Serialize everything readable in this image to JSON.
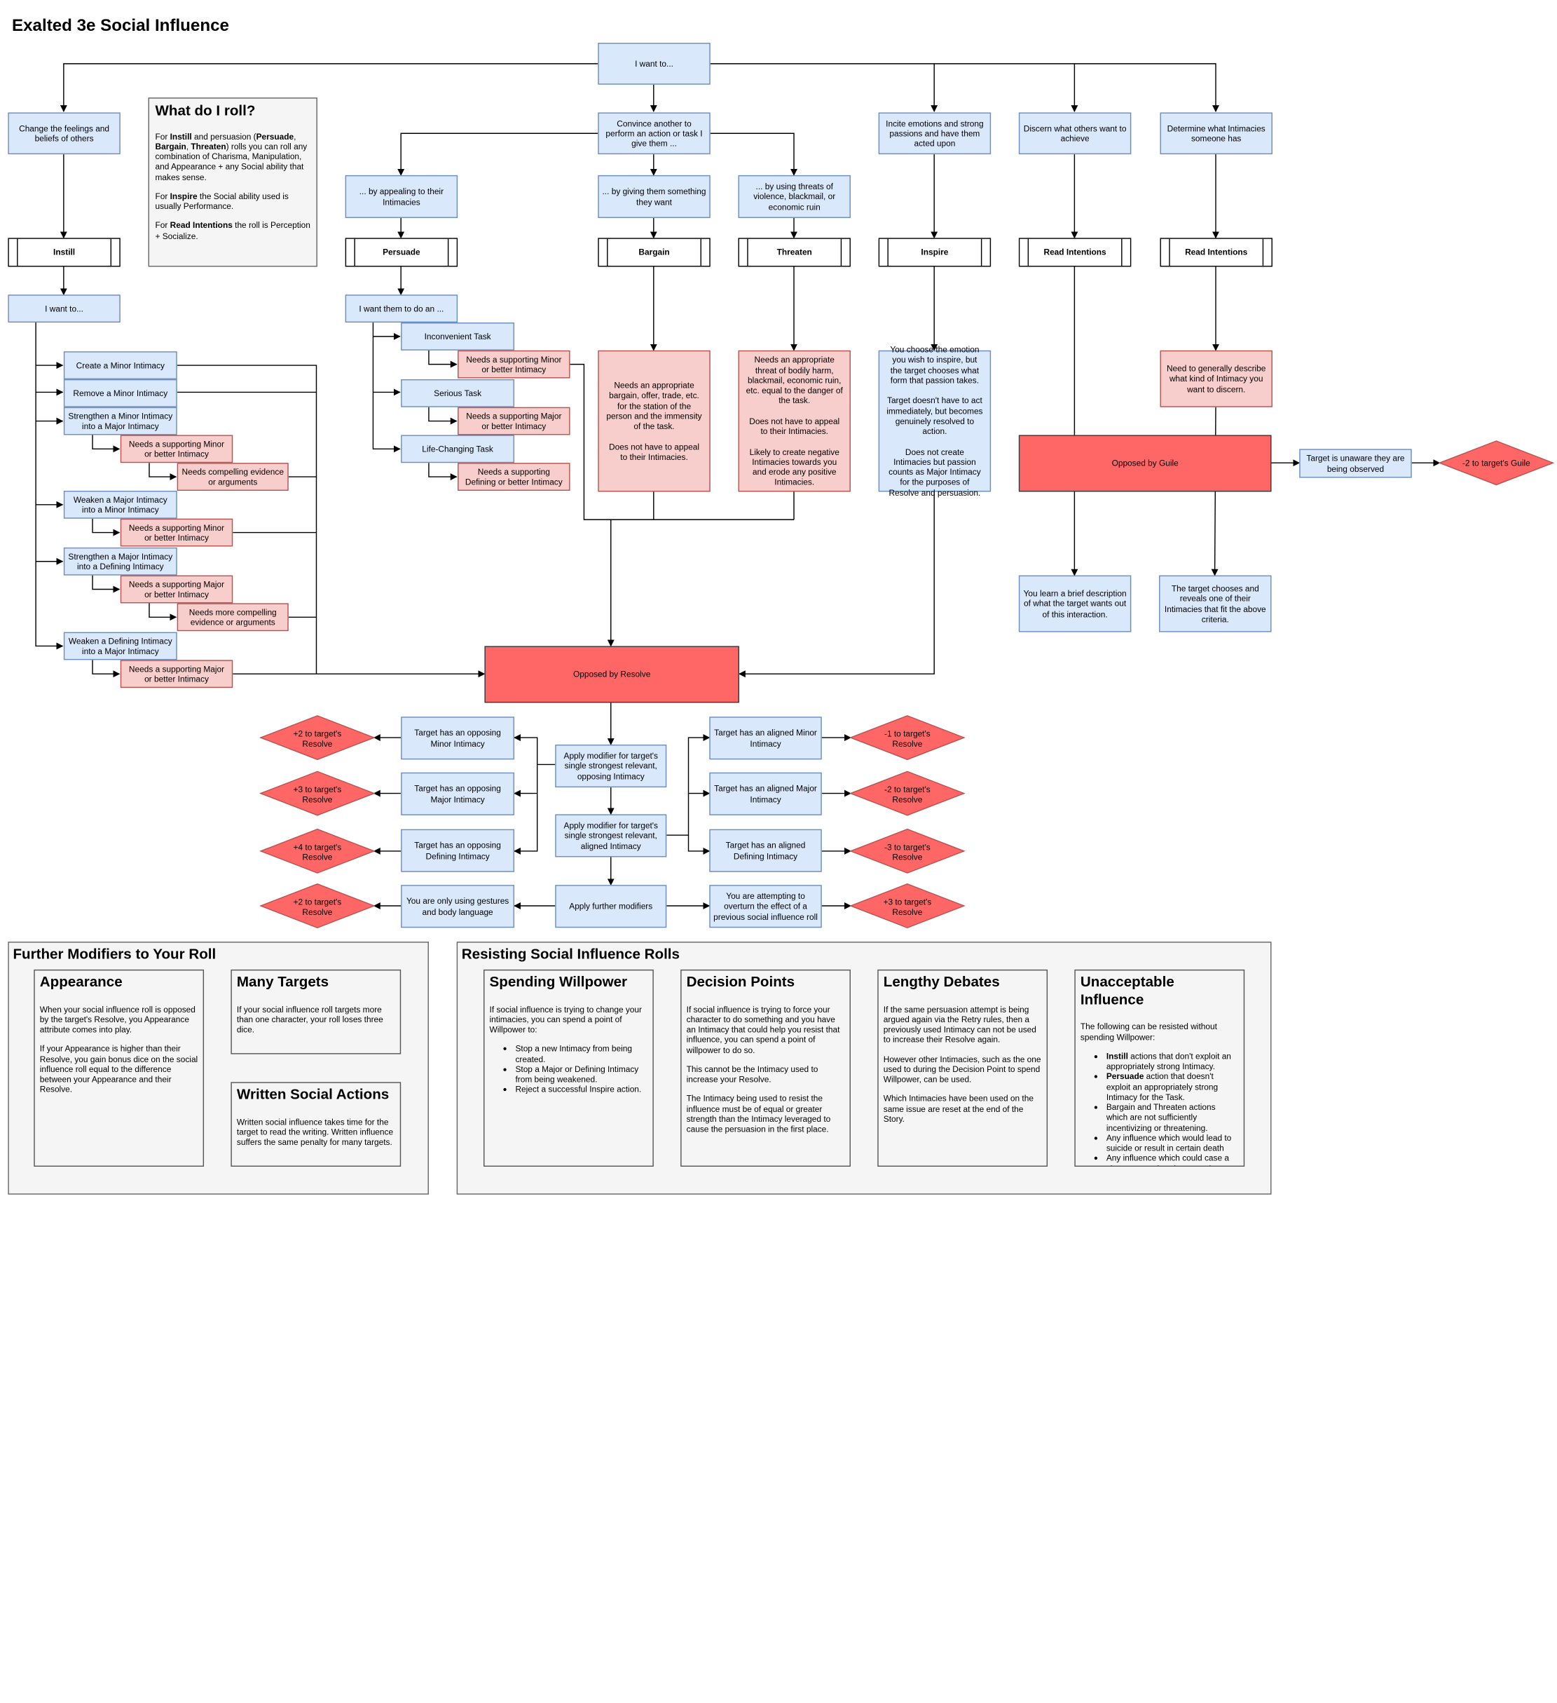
{
  "title": "Exalted 3e Social Influence",
  "nodes": {
    "root": "I want to...",
    "change": "Change the feelings and beliefs of others",
    "instill": "Instill",
    "instill_want": "I want to...",
    "create_minor": "Create a Minor Intimacy",
    "remove_minor": "Remove a Minor Intimacy",
    "strengthen_minor": "Strengthen a Minor Intimacy into a Major Intimacy",
    "need_minor_1": "Needs a supporting Minor or better Intimacy",
    "compelling": "Needs compelling evidence or arguments",
    "weaken_major": "Weaken a Major Intimacy into a Minor Intimacy",
    "need_minor_2": "Needs a supporting Minor or better Intimacy",
    "strengthen_major": "Strengthen a Major Intimacy into a Defining Intimacy",
    "need_major_1": "Needs a supporting Major or better Intimacy",
    "more_compelling": "Needs more compelling evidence or arguments",
    "weaken_defining": "Weaken a Defining Intimacy into a Major Intimacy",
    "need_major_2": "Needs a supporting Major or better Intimacy",
    "convince": "Convince another to perform an action or task I give them ...",
    "appeal": "... by appealing to their Intimacies",
    "giving": "... by giving them something they want",
    "threats": "... by using threats of violence, blackmail, or economic ruin",
    "persuade": "Persuade",
    "bargain": "Bargain",
    "threaten": "Threaten",
    "persuade_want": "I want them to do an ...",
    "inconvenient": "Inconvenient Task",
    "need_task_minor": "Needs a supporting Minor or better Intimacy",
    "serious": "Serious Task",
    "need_task_major": "Needs a supporting Major or better Intimacy",
    "life": "Life-Changing Task",
    "need_task_defining": "Needs a supporting Defining or better Intimacy",
    "bargain_note": "Needs an appropriate bargain, offer, trade, etc. for the station of the person and the immensity of the task.\n\nDoes not have to appeal to their Intimacies.",
    "threaten_note": "Needs an appropriate threat of bodily harm, blackmail, economic ruin, etc. equal to the danger of the task.\n\nDoes not have to appeal to their Intimacies.\n\nLikely to create negative Intimacies towards you and erode any positive Intimacies.",
    "incite": "Incite emotions and strong passions and have them acted upon",
    "inspire": "Inspire",
    "inspire_note": "You choose the emotion you wish to inspire, but the target chooses what form that passion takes.\n\nTarget doesn't have to act immediately, but becomes genuinely resolved to action.\n\nDoes not create Intimacies but passion counts as Major Intimacy for the purposes of Resolve and persuasion.",
    "discern": "Discern what others want to achieve",
    "read1": "Read Intentions",
    "determine": "Determine what Intimacies someone has",
    "read2": "Read Intentions",
    "describe": "Need to generally describe what kind of Intimacy you want to discern.",
    "guile": "Opposed by Guile",
    "unaware": "Target is unaware they are being observed",
    "guile_mod": "-2 to target's Guile",
    "learn": "You learn a brief description of what the target wants out of this interaction.",
    "reveal": "The target chooses and reveals one of their Intimacies that fit the above criteria.",
    "resolve": "Opposed by Resolve",
    "apply_opposing": "Apply modifier for target's single strongest relevant, opposing Intimacy",
    "apply_aligned": "Apply modifier for target's single strongest relevant, aligned Intimacy",
    "apply_further": "Apply further modifiers",
    "opp_minor": "Target has an opposing Minor Intimacy",
    "opp_major": "Target has an opposing Major Intimacy",
    "opp_defining": "Target has an opposing Defining Intimacy",
    "gestures": "You are only using gestures and body language",
    "al_minor": "Target has an aligned Minor Intimacy",
    "al_major": "Target has an aligned Major Intimacy",
    "al_defining": "Target has an aligned Defining Intimacy",
    "overturn": "You are attempting to overturn the effect of a previous social influence roll",
    "d_p2a": "+2 to target's Resolve",
    "d_p3": "+3 to target's Resolve",
    "d_p4": "+4 to target's Resolve",
    "d_p2b": "+2 to target's Resolve",
    "d_m1": "-1 to target's Resolve",
    "d_m2": "-2 to target's Resolve",
    "d_m3": "-3 to target's Resolve",
    "d_p3b": "+3 to target's Resolve"
  },
  "roll_card": {
    "heading": "What do I roll?",
    "p1_a": "For ",
    "p1_b": "Instill",
    "p1_c": " and persuasion (",
    "p1_d": "Persuade",
    "p1_e": ", ",
    "p1_f": "Bargain",
    "p1_g": ", ",
    "p1_h": "Threaten",
    "p1_i": ") rolls you can roll any combination of Charisma, Manipulation, and Appearance + any Social ability that makes sense.",
    "p2_a": "For ",
    "p2_b": "Inspire",
    "p2_c": " the Social ability used is usually Performance.",
    "p3_a": "For ",
    "p3_b": "Read Intentions",
    "p3_c": " the roll is Perception + Socialize."
  },
  "further": {
    "heading": "Further Modifiers to Your Roll",
    "appearance_title": "Appearance",
    "appearance_p1": "When your social influence roll is opposed by the target's Resolve, you Appearance attribute comes into play.",
    "appearance_p2": "If your Appearance is higher than their Resolve, you gain bonus dice on the social influence roll equal to the difference between your Appearance and their Resolve.",
    "many_title": "Many Targets",
    "many_p1": "If your social influence roll targets more than one character, your roll loses three dice.",
    "written_title": "Written Social Actions",
    "written_p1": "Written social influence takes time for the target to read the writing. Written influence suffers the same penalty for many targets."
  },
  "resisting": {
    "heading": "Resisting Social Influence Rolls",
    "willpower_title": "Spending Willpower",
    "willpower_p1": "If social influence is trying to change your intimacies, you can spend a point of Willpower to:",
    "willpower_items": [
      "Stop a new Intimacy from being created.",
      "Stop a Major or Defining Intimacy from being weakened.",
      "Reject a successful Inspire action."
    ],
    "decision_title": "Decision Points",
    "decision_p1": "If social influence is trying to force your character to do something and you have an Intimacy that could help you resist that influence, you can spend a point of willpower to do so.",
    "decision_p2": "This cannot be the Intimacy used to increase your Resolve.",
    "decision_p3": "The Intimacy being used to resist the influence must be of equal or greater strength than the Intimacy leveraged to cause the persuasion in the first place.",
    "lengthy_title": "Lengthy Debates",
    "lengthy_p1": "If the same persuasion attempt is being argued again via the Retry rules, then a previously used Intimacy can not be used to increase their Resolve again.",
    "lengthy_p2": "However other Intimacies, such as the one used to during the Decision Point to spend Willpower, can be used.",
    "lengthy_p3": "Which Intimacies have been used on the same issue are reset at the end of the Story.",
    "unacceptable_title": "Unacceptable Influence",
    "unacceptable_p1": "The following can be resisted without spending Willpower:",
    "u1_b": "Instill",
    "u1_t": " actions that don't exploit an appropriately strong Intimacy.",
    "u2_b": "Persuade",
    "u2_t": " action that doesn't exploit an appropriately strong Intimacy for the Task.",
    "u3": "Bargain and Threaten actions which are not sufficiently incentivizing or threatening.",
    "u4": "Any influence which would lead to suicide or result in certain death",
    "u5": "Any influence which could case a character to abandon or end a Defining Intimacy."
  }
}
